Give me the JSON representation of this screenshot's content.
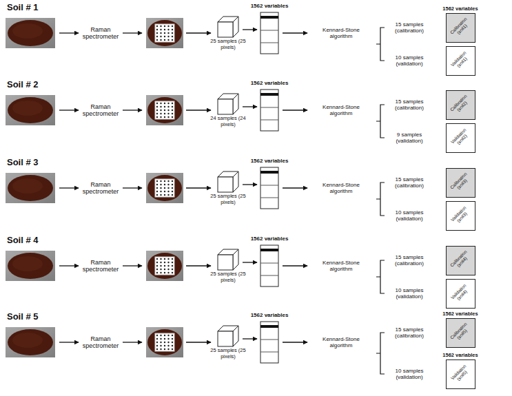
{
  "diagram": {
    "nodes": [
      {
        "text": [
          "Calibration (soil1)"
        ]
      },
      {
        "text": [
          "Validation (soil1)"
        ]
      },
      {
        "text": [
          "Calibration (soil2)"
        ]
      },
      {
        "text": [
          "Validation (soil2)"
        ]
      },
      {
        "text": [
          "Calibration (soil3)"
        ]
      },
      {
        "text": [
          "Validation (soil3)"
        ]
      },
      {
        "text": [
          "Calibration (soil4)"
        ]
      },
      {
        "text": [
          "Validation (soil4)"
        ]
      },
      {
        "text": [
          "Calibration (soil5)"
        ]
      },
      {
        "text": [
          "Validation (soil5)"
        ]
      }
    ],
    "labels": [
      "Soil # 1",
      "Raman spectrometer",
      "1562 variables",
      "25 samples (25 pixels)",
      "Kennard-Stone algorithm",
      "1562 variables",
      "15 samples (calibration)",
      "10 samples (validation)",
      "Soil # 2",
      "Raman spectrometer",
      "1562 variables",
      "24 samples (24 pixels)",
      "Kennard-Stone algorithm",
      "15 samples (calibration)",
      "9 samples (validation)",
      "Soil # 3",
      "Raman spectrometer",
      "1562 variables",
      "25 samples (25 pixels)",
      "Kennard-Stone algorithm",
      "15 samples (calibration)",
      "10 samples (validation)",
      "Soil # 4",
      "Raman spectrometer",
      "1562 variables",
      "25 samples (25 pixels)",
      "Kennard-Stone algorithm",
      "15 samples (calibration)",
      "10 samples (validation)",
      "Soil # 5",
      "Raman spectrometer",
      "1562 variables",
      "25 samples (25 pixels)",
      "Kennard-Stone algorithm",
      "1562 variables",
      "15 samples (calibration)",
      "1562 variables",
      "10 samples (validation)"
    ]
  }
}
